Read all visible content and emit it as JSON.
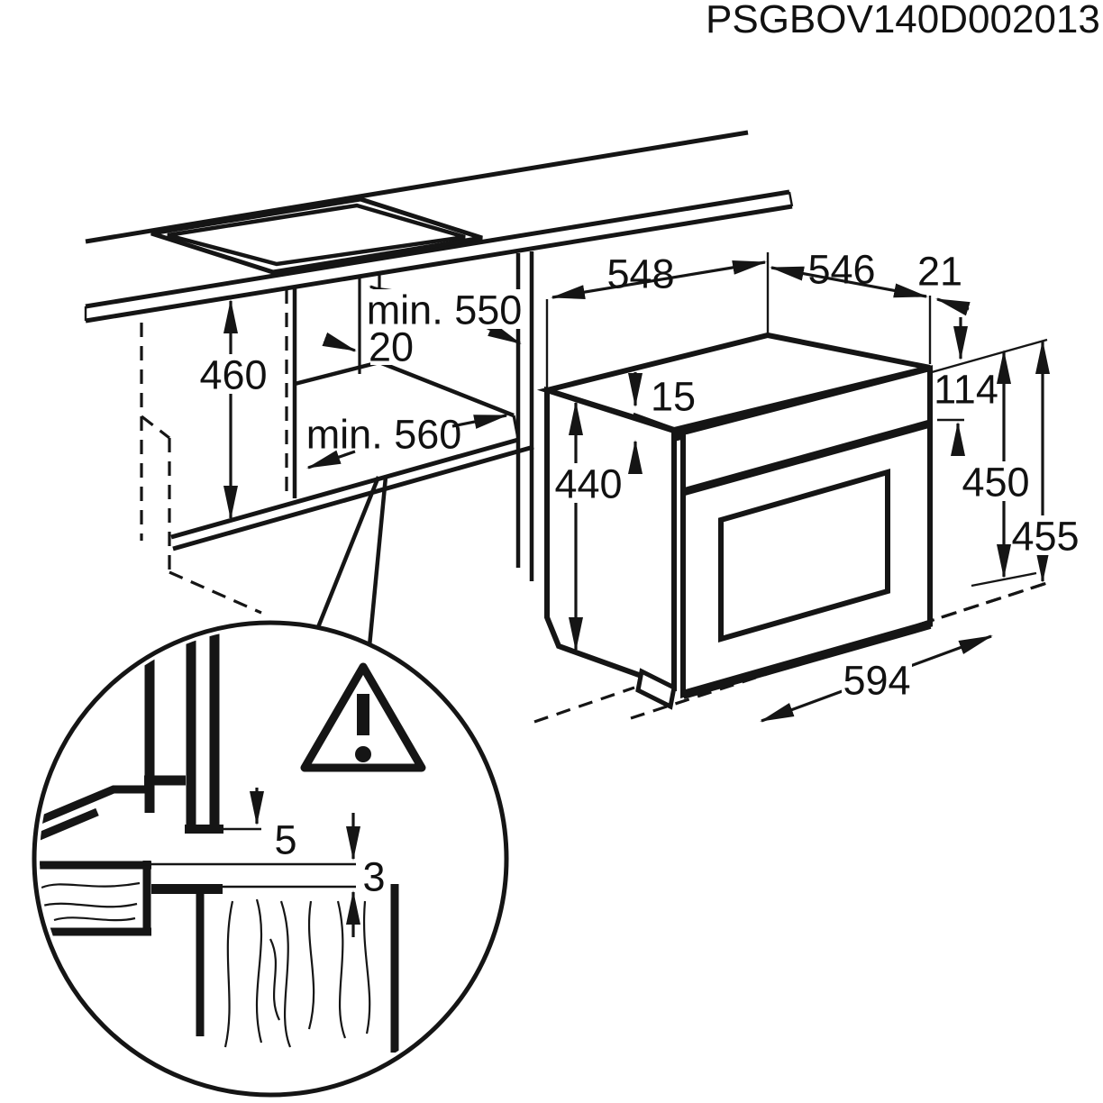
{
  "title": {
    "code": "PSGBOV140D002013"
  },
  "colors": {
    "line": "#151515",
    "background": "#ffffff"
  },
  "niche": {
    "height": "460",
    "depth_min": "min. 550",
    "rear_gap": "20",
    "width_min": "min. 560"
  },
  "oven": {
    "top_depth": "548",
    "body_depth": "546",
    "front_frame_depth": "21",
    "top_offset": "15",
    "front_panel_height": "114",
    "body_height": "440",
    "recess_height_min": "450",
    "recess_height_max": "455",
    "front_width": "594"
  },
  "detail_view": {
    "front_gap": "5",
    "bottom_gap": "3"
  }
}
